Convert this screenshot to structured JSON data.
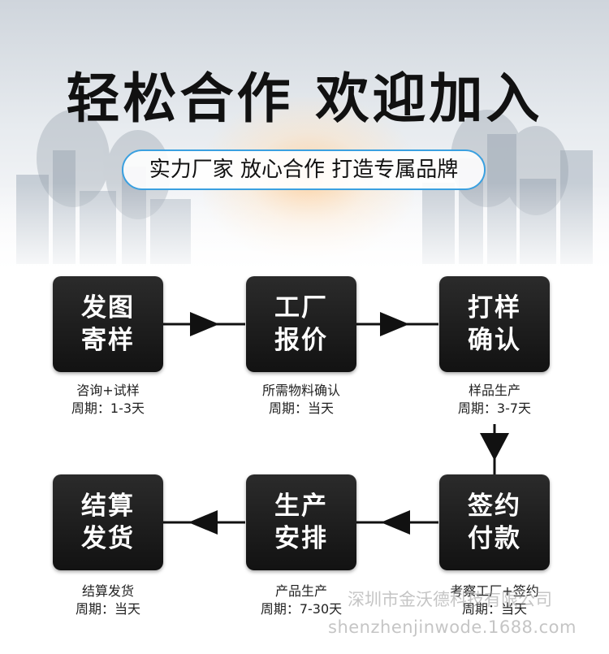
{
  "header": {
    "title": "轻松合作 欢迎加入",
    "subtitle": "实力厂家 放心合作 打造专属品牌"
  },
  "steps": [
    {
      "line1": "发图",
      "line2": "寄样",
      "desc": "咨询+试样",
      "period": "周期：1-3天"
    },
    {
      "line1": "工厂",
      "line2": "报价",
      "desc": "所需物料确认",
      "period": "周期：当天"
    },
    {
      "line1": "打样",
      "line2": "确认",
      "desc": "样品生产",
      "period": "周期：3-7天"
    },
    {
      "line1": "签约",
      "line2": "付款",
      "desc": "考察工厂+签约",
      "period": "周期：当天"
    },
    {
      "line1": "生产",
      "line2": "安排",
      "desc": "产品生产",
      "period": "周期：7-30天"
    },
    {
      "line1": "结算",
      "line2": "发货",
      "desc": "结算发货",
      "period": "周期：当天"
    }
  ],
  "watermark": {
    "company": "深圳市金沃德科技有限公司",
    "url": "shenzhenjinwode.1688.com"
  },
  "colors": {
    "box": "#1b1b1b",
    "accent_border": "#3aa0e0",
    "arrow": "#111111"
  }
}
